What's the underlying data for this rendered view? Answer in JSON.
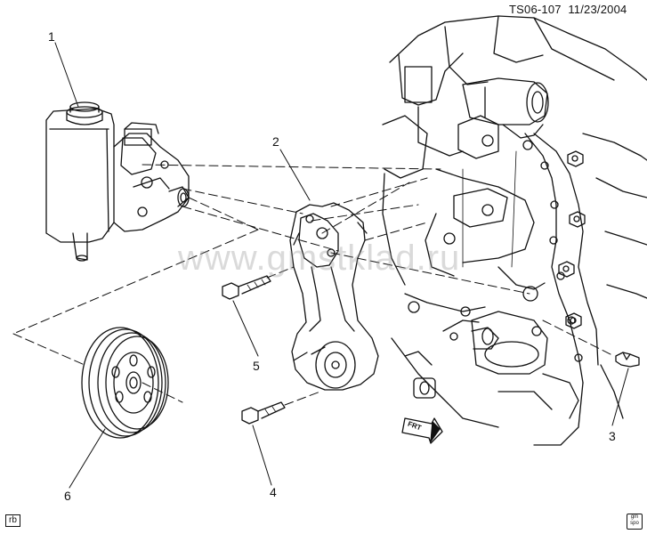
{
  "header": {
    "diagram_id": "TS06-107",
    "date": "11/23/2004"
  },
  "watermark": "www.gmstklad.ru",
  "callouts": [
    "1",
    "2",
    "3",
    "4",
    "5",
    "6"
  ],
  "front_arrow_label": "FRT",
  "footer": {
    "initials": "rb",
    "logo_line1": "gm",
    "logo_line2": "spo"
  }
}
